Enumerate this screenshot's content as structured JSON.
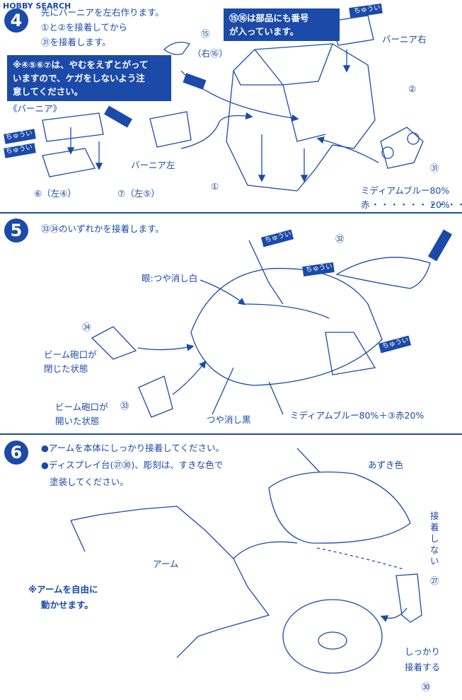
{
  "watermark": "HOBBY SEARCH",
  "step4": {
    "num": "4",
    "line1": "先にバーニアを左右作ります。",
    "line2": "①と②を接着してから",
    "line3": "㉛を接着します。",
    "box_right_1": "⑮⑯は部品にも番号",
    "box_right_2": "が入っています。",
    "box_left_1": "※④⑤⑥⑦は、やむをえずとがって",
    "box_left_2": "いますので、ケガをしないよう注",
    "box_left_3": "意してください。",
    "verniar_header": "《バーニア》",
    "label_15": "⑮",
    "label_r16": "（右⑯）",
    "label_verniar_right": "バーニア右",
    "label_2": "②",
    "label_1": "①",
    "label_31": "㉛",
    "label_verniar_left": "バーニア左",
    "label_6": "⑥（左④）",
    "label_7": "⑦（左⑤）",
    "color_medium_blue": "ミディアムブルー80%",
    "color_red_label": "赤",
    "color_red_value": "20%",
    "caution": "ちゅうい"
  },
  "step5": {
    "num": "5",
    "line1": "㉝㉞のいずれかを接着します。",
    "label_32": "㉜",
    "label_eye": "眼:つや消し白",
    "label_34": "㉞",
    "label_beam_closed_1": "ビーム砲口が",
    "label_beam_closed_2": "閉じた状態",
    "label_33": "㉝",
    "label_beam_open_1": "ビーム砲口が",
    "label_beam_open_2": "開いた状態",
    "label_matte_black": "つや消し黒",
    "label_color_mix": "ミディアムブルー80%＋③赤20%",
    "caution": "ちゅうい"
  },
  "step6": {
    "num": "6",
    "line1": "●アームを本体にしっかり接着してください。",
    "line2": "●ディスプレイ台(㉗㉚)、彫刻は、すきな色で",
    "line3": "塗装してください。",
    "label_azuki": "あずき色",
    "label_no_glue_1": "接",
    "label_no_glue_2": "着",
    "label_no_glue_3": "し",
    "label_no_glue_4": "な",
    "label_no_glue_5": "い",
    "label_arm": "アーム",
    "note_1": "※アームを自由に",
    "note_2": "動かせます。",
    "label_27": "㉗",
    "label_firm_1": "しっかり",
    "label_firm_2": "接着する",
    "label_30": "㉚"
  },
  "colors": {
    "ink": "#1b4aa8",
    "paper": "#ffffff"
  }
}
